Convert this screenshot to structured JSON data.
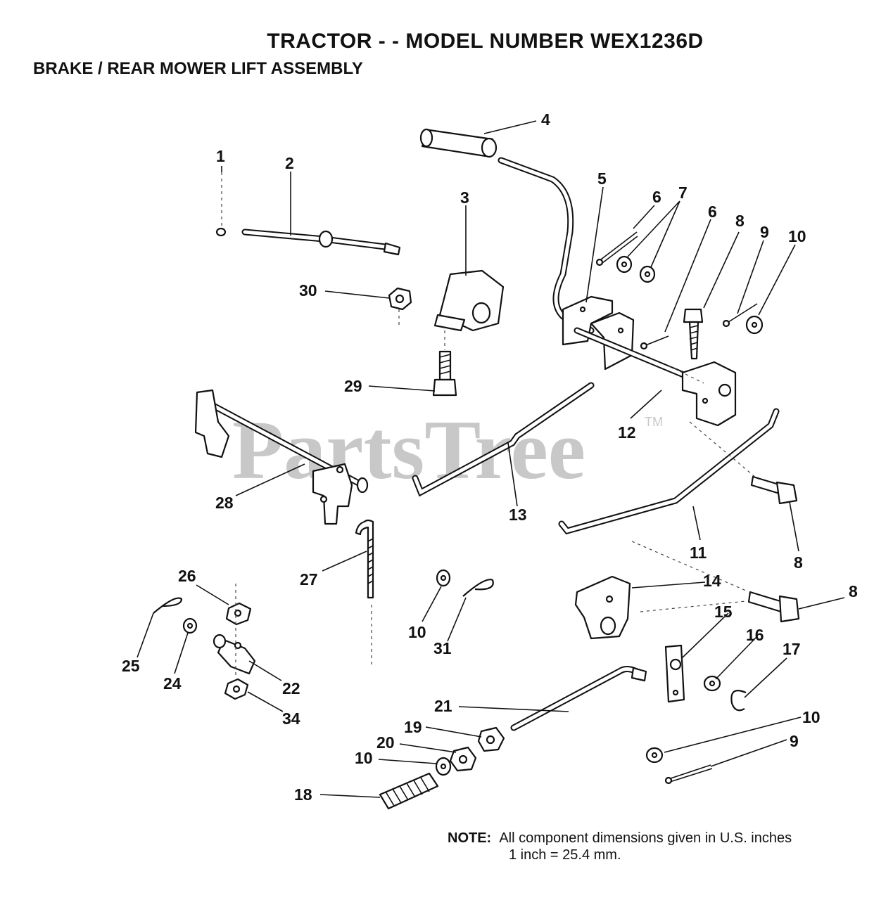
{
  "header": {
    "title": "TRACTOR - - MODEL NUMBER WEX1236D",
    "subtitle": "BRAKE / REAR MOWER LIFT ASSEMBLY"
  },
  "watermark": {
    "text": "PartsTree",
    "tm": "TM"
  },
  "callouts": {
    "p1": "1",
    "p2": "2",
    "p3": "3",
    "p4": "4",
    "p5": "5",
    "p6a": "6",
    "p6b": "6",
    "p7": "7",
    "p8a": "8",
    "p8b": "8",
    "p8c": "8",
    "p9a": "9",
    "p9b": "9",
    "p10a": "10",
    "p10b": "10",
    "p10c": "10",
    "p10d": "10",
    "p11": "11",
    "p12": "12",
    "p13": "13",
    "p14": "14",
    "p15": "15",
    "p16": "16",
    "p17": "17",
    "p18": "18",
    "p19": "19",
    "p20": "20",
    "p21": "21",
    "p22": "22",
    "p24": "24",
    "p25": "25",
    "p26": "26",
    "p27": "27",
    "p28": "28",
    "p29": "29",
    "p30": "30",
    "p31": "31",
    "p34": "34"
  },
  "note": {
    "label": "NOTE:",
    "line1": "All component dimensions given in U.S. inches",
    "line2": "1 inch = 25.4 mm."
  }
}
